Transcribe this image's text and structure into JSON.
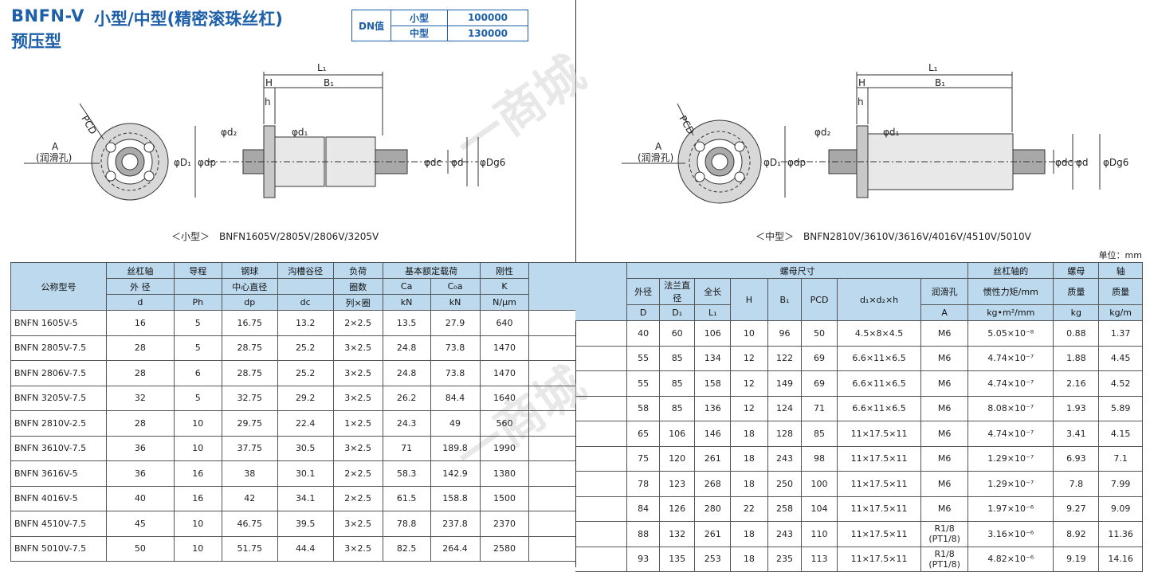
{
  "header": {
    "model_series": "BNFN-V",
    "preload": "预压型",
    "subtitle": "小型/中型(精密滚珠丝杠)",
    "dn_label": "DN值",
    "dn_rows": [
      {
        "size": "小型",
        "value": "100000"
      },
      {
        "size": "中型",
        "value": "130000"
      }
    ]
  },
  "diagrams": {
    "labels": {
      "L1": "L₁",
      "H": "H",
      "B1": "B₁",
      "h": "h",
      "d2": "φd₂",
      "d1": "φd₁",
      "D1": "φD₁",
      "dp": "φdp",
      "dc": "φdc",
      "d": "φd",
      "Dg6": "φDg6",
      "PCD": "PCD",
      "A": "A",
      "lube": "(润滑孔)"
    },
    "small_caption": "＜小型＞　BNFN1605V/2805V/2806V/3205V",
    "medium_caption": "＜中型＞　BNFN2810V/3610V/3616V/4016V/4510V/5010V"
  },
  "unit": "单位：mm",
  "watermark": "一商城",
  "table_left": {
    "headers": {
      "model": "公称型号",
      "shaft_od": [
        "丝杠轴",
        "外 径",
        "d"
      ],
      "lead": [
        "导程",
        "Ph"
      ],
      "ball_center": [
        "钢球",
        "中心直径",
        "dp"
      ],
      "root_dia": [
        "沟槽谷径",
        "dc"
      ],
      "circuits": [
        "负荷",
        "圈数",
        "列×圈"
      ],
      "load_group": "基本额定载荷",
      "ca": [
        "Ca",
        "kN"
      ],
      "c0a": [
        "C₀a",
        "kN"
      ],
      "rigidity": [
        "刚性",
        "K",
        "N/μm"
      ]
    },
    "rows": [
      [
        "BNFN 1605V-5",
        "16",
        "5",
        "16.75",
        "13.2",
        "2×2.5",
        "13.5",
        "27.9",
        "640"
      ],
      [
        "BNFN 2805V-7.5",
        "28",
        "5",
        "28.75",
        "25.2",
        "3×2.5",
        "24.8",
        "73.8",
        "1470"
      ],
      [
        "BNFN 2806V-7.5",
        "28",
        "6",
        "28.75",
        "25.2",
        "3×2.5",
        "24.8",
        "73.8",
        "1470"
      ],
      [
        "BNFN 3205V-7.5",
        "32",
        "5",
        "32.75",
        "29.2",
        "3×2.5",
        "26.2",
        "84.4",
        "1640"
      ],
      [
        "BNFN 2810V-2.5",
        "28",
        "10",
        "29.75",
        "22.4",
        "1×2.5",
        "24.3",
        "49",
        "560"
      ],
      [
        "BNFN 3610V-7.5",
        "36",
        "10",
        "37.75",
        "30.5",
        "3×2.5",
        "71",
        "189.8",
        "1990"
      ],
      [
        "BNFN 3616V-5",
        "36",
        "16",
        "38",
        "30.1",
        "2×2.5",
        "58.3",
        "142.9",
        "1380"
      ],
      [
        "BNFN 4016V-5",
        "40",
        "16",
        "42",
        "34.1",
        "2×2.5",
        "61.5",
        "158.8",
        "1500"
      ],
      [
        "BNFN 4510V-7.5",
        "45",
        "10",
        "46.75",
        "39.5",
        "3×2.5",
        "78.8",
        "237.8",
        "2370"
      ],
      [
        "BNFN 5010V-7.5",
        "50",
        "10",
        "51.75",
        "44.4",
        "3×2.5",
        "82.5",
        "264.4",
        "2580"
      ]
    ]
  },
  "table_right": {
    "headers": {
      "nut_group": "螺母尺寸",
      "od": [
        "外径",
        "D"
      ],
      "flange": [
        "法兰直径",
        "D₁"
      ],
      "length": [
        "全长",
        "L₁"
      ],
      "h": "H",
      "b1": "B₁",
      "pcd": "PCD",
      "holes": "d₁×d₂×h",
      "lube": [
        "润滑孔",
        "A"
      ],
      "inertia": [
        "丝杠轴的",
        "惯性力矩/mm",
        "kg•m²/mm"
      ],
      "nut_mass": [
        "螺母",
        "质量",
        "kg"
      ],
      "shaft_mass": [
        "轴",
        "质量",
        "kg/m"
      ]
    },
    "rows": [
      [
        "40",
        "60",
        "106",
        "10",
        "96",
        "50",
        "4.5×8×4.5",
        "M6",
        "5.05×10⁻⁸",
        "0.88",
        "1.37"
      ],
      [
        "55",
        "85",
        "134",
        "12",
        "122",
        "69",
        "6.6×11×6.5",
        "M6",
        "4.74×10⁻⁷",
        "1.88",
        "4.45"
      ],
      [
        "55",
        "85",
        "158",
        "12",
        "149",
        "69",
        "6.6×11×6.5",
        "M6",
        "4.74×10⁻⁷",
        "2.16",
        "4.52"
      ],
      [
        "58",
        "85",
        "136",
        "12",
        "124",
        "71",
        "6.6×11×6.5",
        "M6",
        "8.08×10⁻⁷",
        "1.93",
        "5.89"
      ],
      [
        "65",
        "106",
        "146",
        "18",
        "128",
        "85",
        "11×17.5×11",
        "M6",
        "4.74×10⁻⁷",
        "3.41",
        "4.15"
      ],
      [
        "75",
        "120",
        "261",
        "18",
        "243",
        "98",
        "11×17.5×11",
        "M6",
        "1.29×10⁻⁷",
        "6.93",
        "7.1"
      ],
      [
        "78",
        "123",
        "268",
        "18",
        "250",
        "100",
        "11×17.5×11",
        "M6",
        "1.29×10⁻⁷",
        "7.8",
        "7.99"
      ],
      [
        "84",
        "126",
        "280",
        "22",
        "258",
        "104",
        "11×17.5×11",
        "M6",
        "1.97×10⁻⁶",
        "9.27",
        "9.09"
      ],
      [
        "88",
        "132",
        "261",
        "18",
        "243",
        "110",
        "11×17.5×11",
        "R1/8\n(PT1/8)",
        "3.16×10⁻⁶",
        "8.92",
        "11.36"
      ],
      [
        "93",
        "135",
        "253",
        "18",
        "235",
        "113",
        "11×17.5×11",
        "R1/8\n(PT1/8)",
        "4.82×10⁻⁶",
        "9.19",
        "14.16"
      ]
    ]
  }
}
